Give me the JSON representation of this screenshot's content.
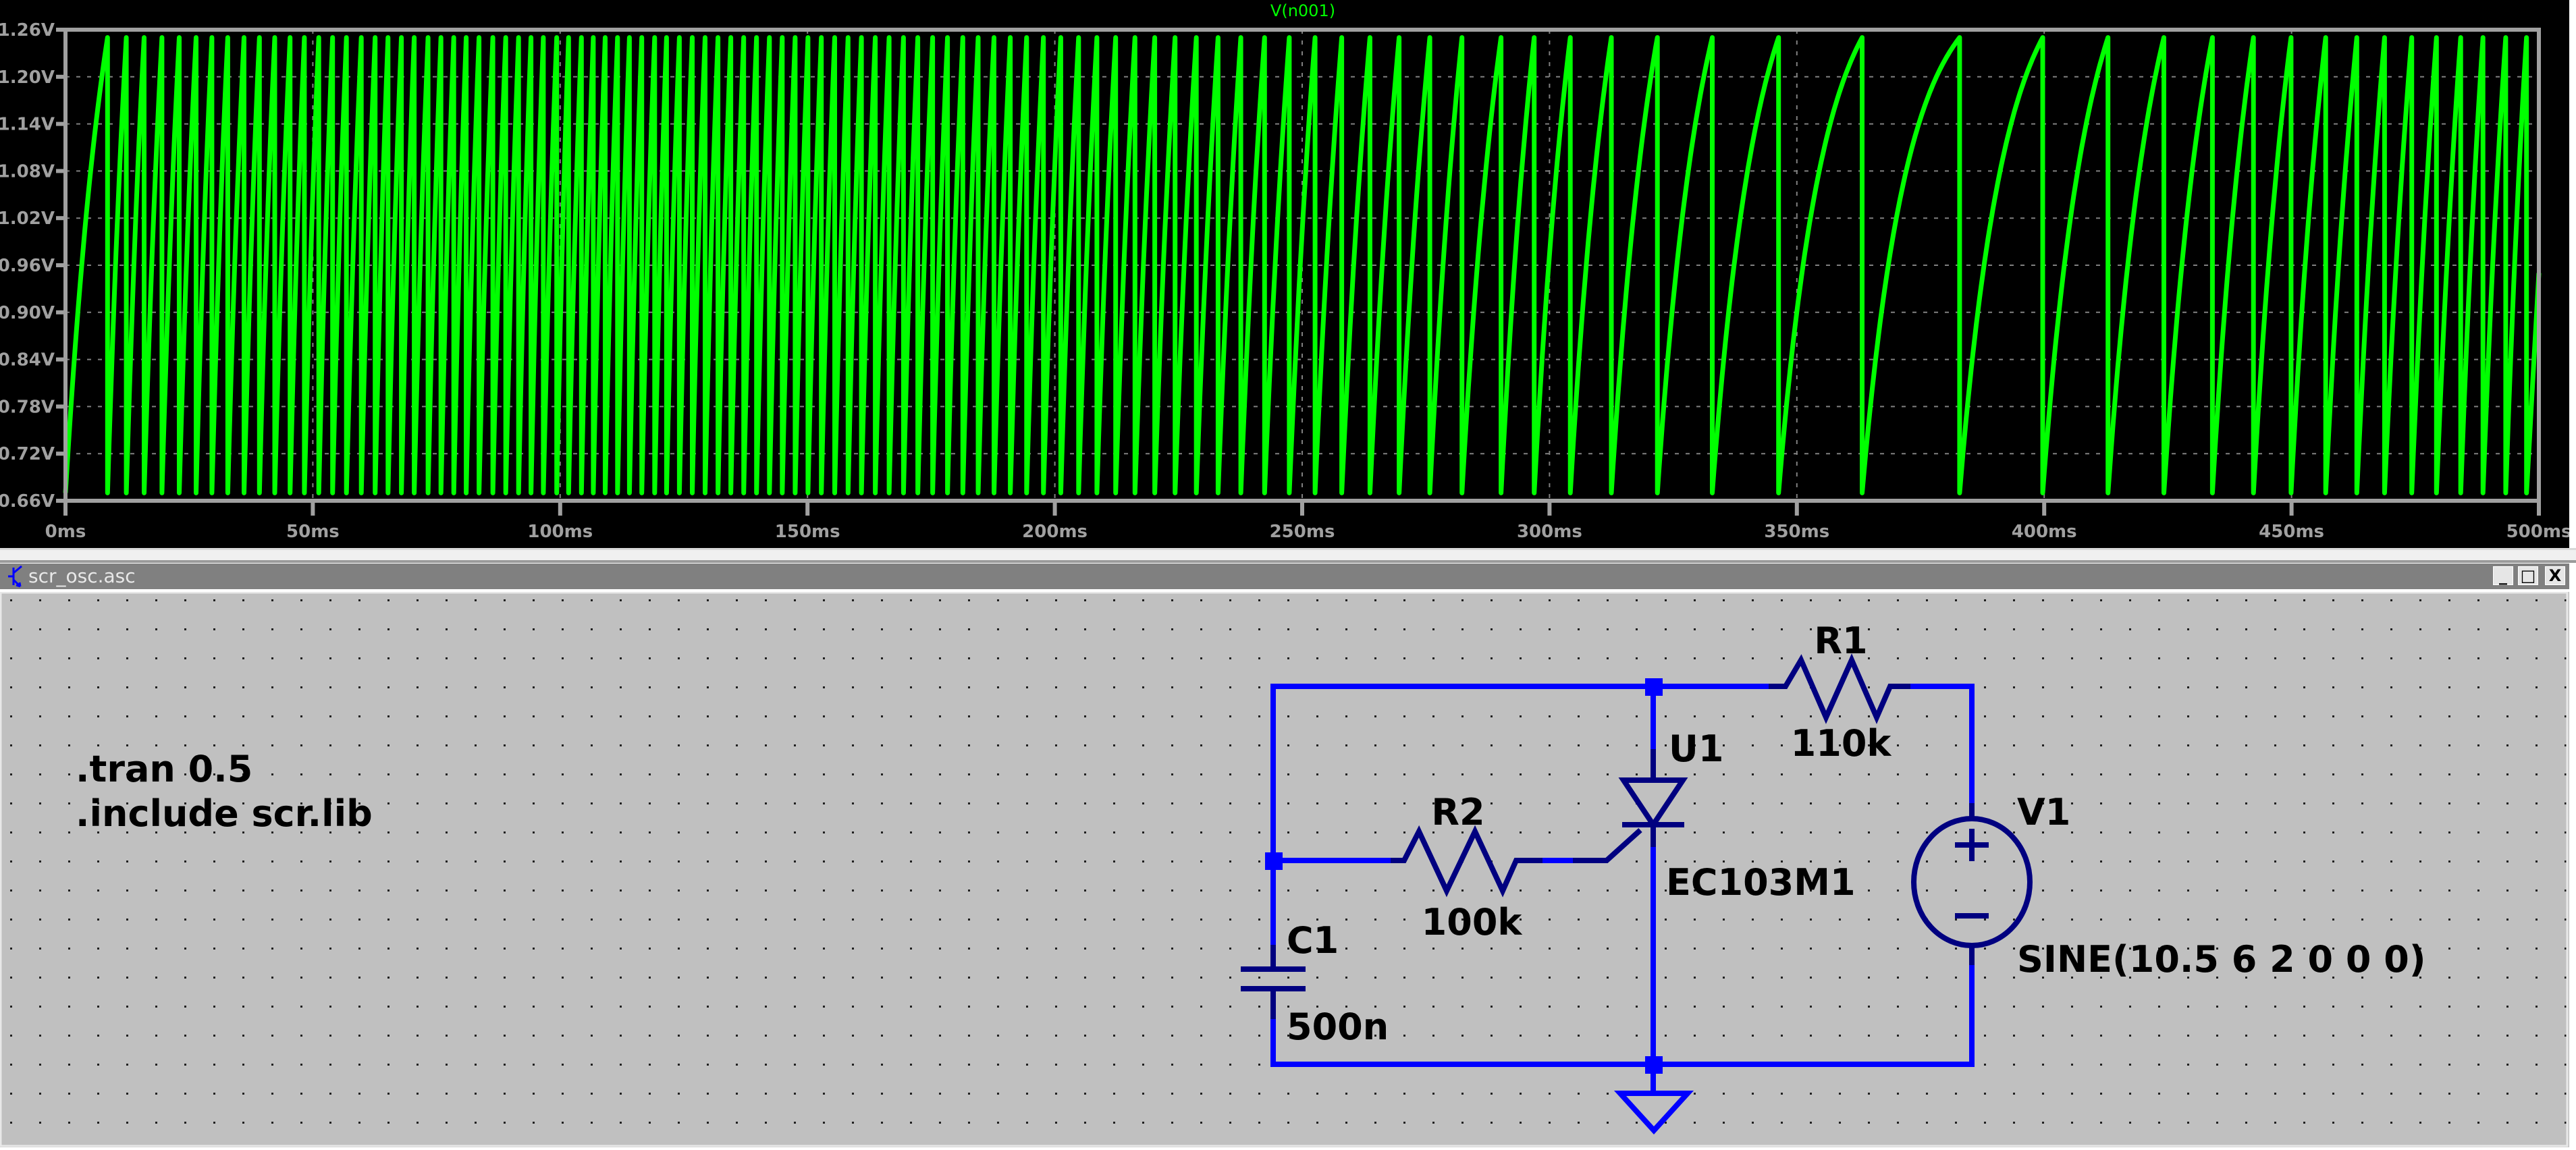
{
  "plot": {
    "trace_label": "V(n001)",
    "colors": {
      "background": "#000000",
      "trace": "#00ff00",
      "axis": "#a0a0a0",
      "grid": "#808080"
    }
  },
  "chart_data": {
    "type": "line",
    "title": "V(n001)",
    "xlabel": "",
    "ylabel": "",
    "xlim": [
      0,
      500
    ],
    "ylim": [
      0.66,
      1.26
    ],
    "x_unit": "ms",
    "y_unit": "V",
    "grid": true,
    "x_ticks": [
      "0ms",
      "50ms",
      "100ms",
      "150ms",
      "200ms",
      "250ms",
      "300ms",
      "350ms",
      "400ms",
      "450ms",
      "500ms"
    ],
    "y_ticks": [
      "0.66V",
      "0.72V",
      "0.78V",
      "0.84V",
      "0.90V",
      "0.96V",
      "1.02V",
      "1.08V",
      "1.14V",
      "1.20V",
      "1.26V"
    ],
    "series": [
      {
        "name": "V(n001)",
        "shape": "sawtooth (capacitor charge, SCR discharge)",
        "start_v": 0.67,
        "valley_v": 0.67,
        "peak_v": 1.25,
        "end_v": 0.95,
        "discharge_times_ms": [
          8.5,
          12.3,
          15.9,
          19.5,
          23.0,
          26.4,
          29.6,
          32.8,
          36.1,
          39.2,
          42.3,
          45.4,
          48.3,
          51.2,
          54.0,
          56.8,
          59.8,
          62.6,
          65.2,
          67.9,
          70.5,
          73.3,
          75.9,
          78.5,
          81.0,
          83.6,
          86.4,
          89.0,
          91.6,
          94.1,
          96.6,
          99.3,
          101.7,
          104.3,
          106.7,
          109.1,
          111.6,
          114.0,
          116.5,
          119.1,
          121.5,
          124.1,
          126.7,
          129.3,
          131.9,
          134.5,
          137.1,
          139.7,
          142.3,
          144.9,
          147.5,
          150.1,
          152.8,
          155.5,
          158.2,
          160.9,
          163.7,
          166.5,
          169.4,
          172.3,
          175.3,
          178.3,
          181.4,
          184.5,
          187.7,
          191.0,
          194.3,
          197.7,
          201.2,
          204.8,
          208.5,
          212.3,
          216.2,
          220.2,
          224.3,
          228.6,
          233.0,
          237.6,
          242.4,
          247.4,
          252.6,
          258.0,
          263.7,
          269.6,
          275.8,
          282.3,
          290.2,
          296.9,
          304.2,
          312.5,
          321.8,
          332.9,
          346.3,
          363.2,
          382.9,
          399.7,
          412.9,
          424.2,
          434.0,
          442.3,
          449.9,
          456.9,
          463.2,
          468.8,
          474.3,
          479.3,
          484.2,
          488.7,
          493.3,
          497.5
        ]
      }
    ]
  },
  "schematic": {
    "window_title": "scr_osc.asc",
    "buttons": {
      "minimize": "_",
      "maximize": "□",
      "close": "X"
    },
    "directives": [
      ".tran 0.5",
      ".include scr.lib"
    ],
    "components": {
      "R1": {
        "name": "R1",
        "value": "110k"
      },
      "R2": {
        "name": "R2",
        "value": "100k"
      },
      "C1": {
        "name": "C1",
        "value": "500n"
      },
      "U1": {
        "name": "U1",
        "value": "EC103M1"
      },
      "V1": {
        "name": "V1",
        "value": "SINE(10.5 6 2 0 0 0)"
      }
    },
    "colors": {
      "background": "#c0c0c0",
      "wire": "#0000ff",
      "symbol": "#000080",
      "grid_dot": "#000000"
    }
  }
}
